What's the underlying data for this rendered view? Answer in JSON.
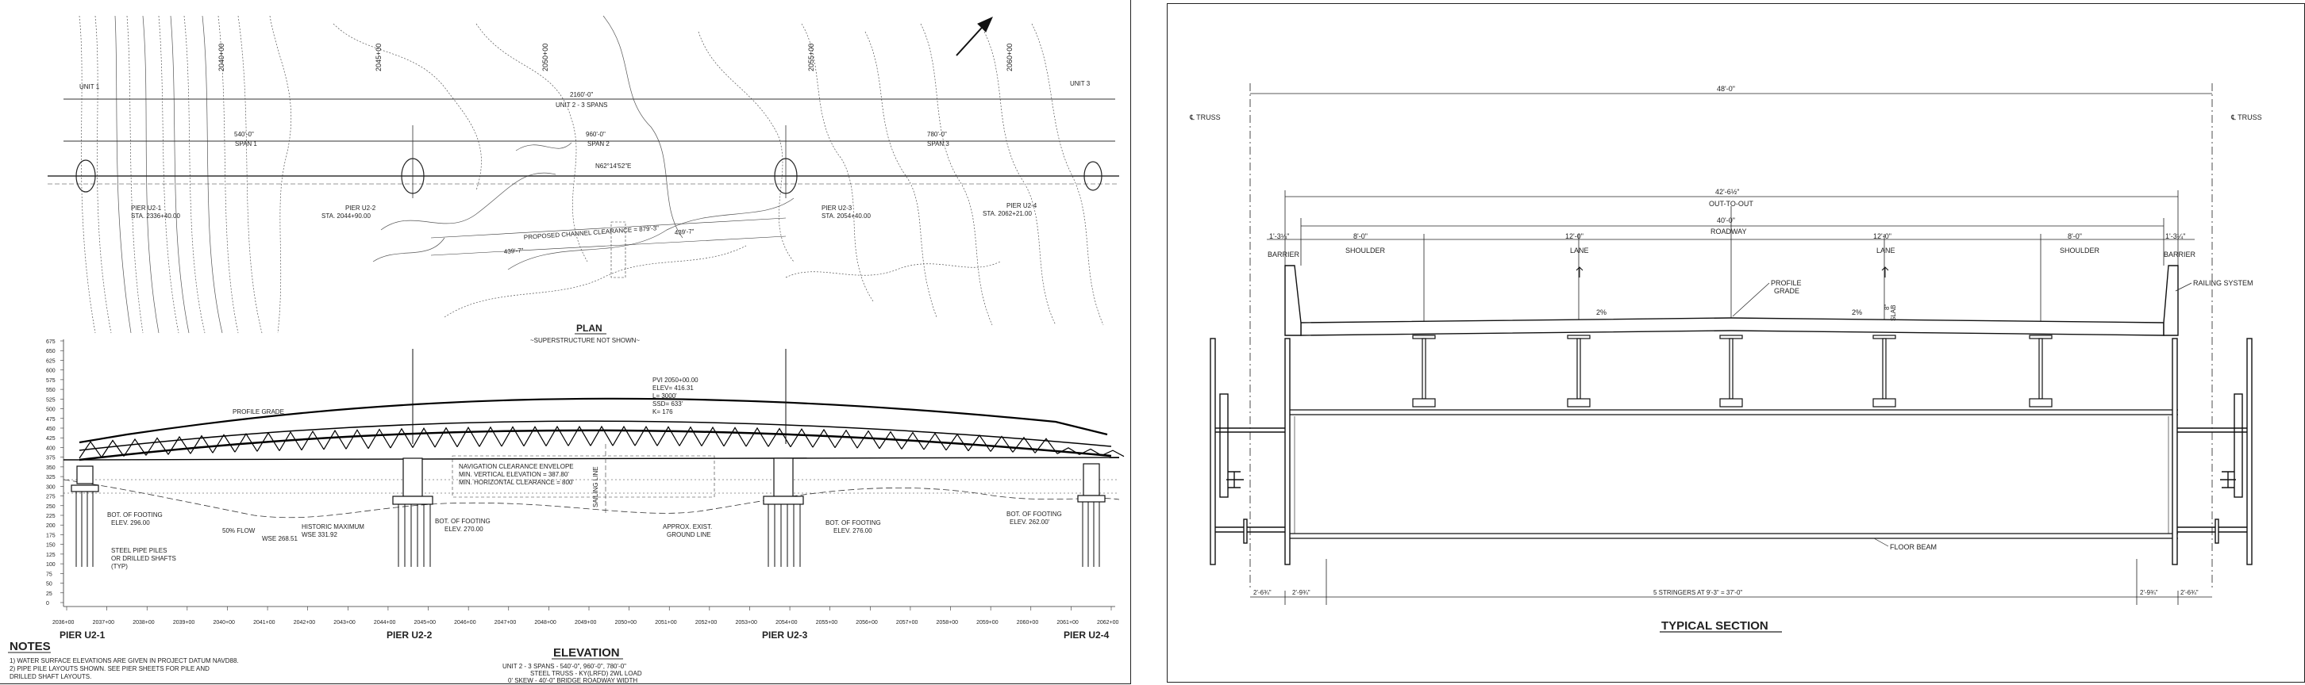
{
  "plan": {
    "title": "PLAN",
    "subtitle": "~SUPERSTRUCTURE NOT SHOWN~",
    "stations": [
      "2040+00",
      "2045+00",
      "2050+00",
      "2055+00",
      "2060+00"
    ],
    "units": {
      "unit1": "UNIT 1",
      "unit2_length": "2160'-0\"",
      "unit2_label": "UNIT 2 - 3 SPANS",
      "unit3": "UNIT 3"
    },
    "spans": {
      "span1_len": "540'-0\"",
      "span1": "SPAN 1",
      "span2_len": "960'-0\"",
      "span2": "SPAN 2",
      "span3_len": "780'-0\"",
      "span3": "SPAN 3"
    },
    "bearing": "N62°14'52\"E",
    "channel": "PROPOSED CHANNEL CLEARANCE = 879'-3\"",
    "channel_left": "439'-7\"",
    "channel_right": "439'-7\"",
    "piers": [
      {
        "name": "PIER U2-1",
        "sta": "STA. 2336+40.00"
      },
      {
        "name": "PIER U2-2",
        "sta": "STA. 2044+90.00"
      },
      {
        "name": "PIER U2-3",
        "sta": "STA. 2054+40.00"
      },
      {
        "name": "PIER U2-4",
        "sta": "STA. 2062+21.00"
      }
    ]
  },
  "elevation": {
    "title": "ELEVATION",
    "sub1": "UNIT 2 - 3 SPANS - 540'-0\", 960'-0\", 780'-0\"",
    "sub2": "STEEL TRUSS - KY(LRFD) 2WL LOAD",
    "sub3": "0' SKEW - 40'-0\" BRIDGE ROADWAY WIDTH",
    "elev_ticks": [
      "675",
      "650",
      "625",
      "600",
      "575",
      "550",
      "525",
      "500",
      "475",
      "450",
      "425",
      "400",
      "375",
      "350",
      "325",
      "300",
      "275",
      "250",
      "225",
      "200",
      "175",
      "150",
      "125",
      "100",
      "75",
      "50",
      "25",
      "0"
    ],
    "station_ticks": [
      "2036+00",
      "2037+00",
      "2038+00",
      "2039+00",
      "2040+00",
      "2041+00",
      "2042+00",
      "2043+00",
      "2044+00",
      "2045+00",
      "2046+00",
      "2047+00",
      "2048+00",
      "2049+00",
      "2050+00",
      "2051+00",
      "2052+00",
      "2053+00",
      "2054+00",
      "2055+00",
      "2056+00",
      "2057+00",
      "2058+00",
      "2059+00",
      "2060+00",
      "2061+00",
      "2062+00"
    ],
    "pier_labels": [
      "PIER U2-1",
      "PIER U2-2",
      "PIER U2-3",
      "PIER U2-4"
    ],
    "notes": {
      "profile_grade": "PROFILE GRADE",
      "pvi": "PVI 2050+00.00",
      "pvi_elev": "ELEV= 416.31",
      "pvi_l": "L= 3000'",
      "pvi_ssd": "SSD= 633'",
      "pvi_k": "K= 176",
      "nav1": "NAVIGATION CLEARANCE ENVELOPE",
      "nav2": "MIN. VERTICAL ELEVATION = 387.80'",
      "nav3": "MIN. HORIZONTAL CLEARANCE = 800'",
      "bot1": "BOT. OF FOOTING",
      "bot1e": "ELEV. 296.00",
      "pool": "50% FLOW",
      "pool2": "WSE 268.51",
      "hist": "HISTORIC MAXIMUM",
      "hist2": "WSE 331.92",
      "bot2": "BOT. OF FOOTING",
      "bot2e": "ELEV. 270.00",
      "ground": "APPROX. EXIST.",
      "ground2": "GROUND LINE",
      "bot3": "BOT. OF FOOTING",
      "bot3e": "ELEV. 276.00",
      "bot4": "BOT. OF FOOTING",
      "bot4e": "ELEV. 262.00'",
      "piles1": "STEEL PIPE PILES",
      "piles2": "OR DRILLED SHAFTS",
      "piles3": "(TYP)",
      "sailing": "SAILING LINE"
    }
  },
  "notes": {
    "heading": "NOTES",
    "n1": "1)    WATER SURFACE ELEVATIONS ARE GIVEN IN PROJECT DATUM NAVD88.",
    "n2": "2)    PIPE PILE LAYOUTS SHOWN. SEE PIER SHEETS FOR PILE AND",
    "n3": "       DRILLED SHAFT LAYOUTS."
  },
  "section": {
    "title": "TYPICAL SECTION",
    "overall": "48'-0\"",
    "truss_l": "℄ TRUSS",
    "truss_r": "℄ TRUSS",
    "out_dim": "42'-6½\"",
    "out_label": "OUT-TO-OUT",
    "roadway_dim": "40'-0\"",
    "roadway_label": "ROADWAY",
    "barrier_dim": "1'-3¼\"",
    "barrier": "BARRIER",
    "shoulder_dim": "8'-0\"",
    "shoulder": "SHOULDER",
    "lane_dim": "12'-0\"",
    "lane": "LANE",
    "profile": "PROFILE",
    "grade": "GRADE",
    "railing": "RAILING SYSTEM",
    "slope": "2%",
    "slab_dim": "8\"",
    "slab": "SLAB",
    "floor_beam": "FLOOR BEAM",
    "bottom_left1": "2'-6¾\"",
    "bottom_left2": "2'-9¾\"",
    "stringers": "5 STRINGERS AT 9'-3\" = 37'-0\"",
    "bottom_right2": "2'-9¾\"",
    "bottom_right1": "2'-6¾\""
  }
}
